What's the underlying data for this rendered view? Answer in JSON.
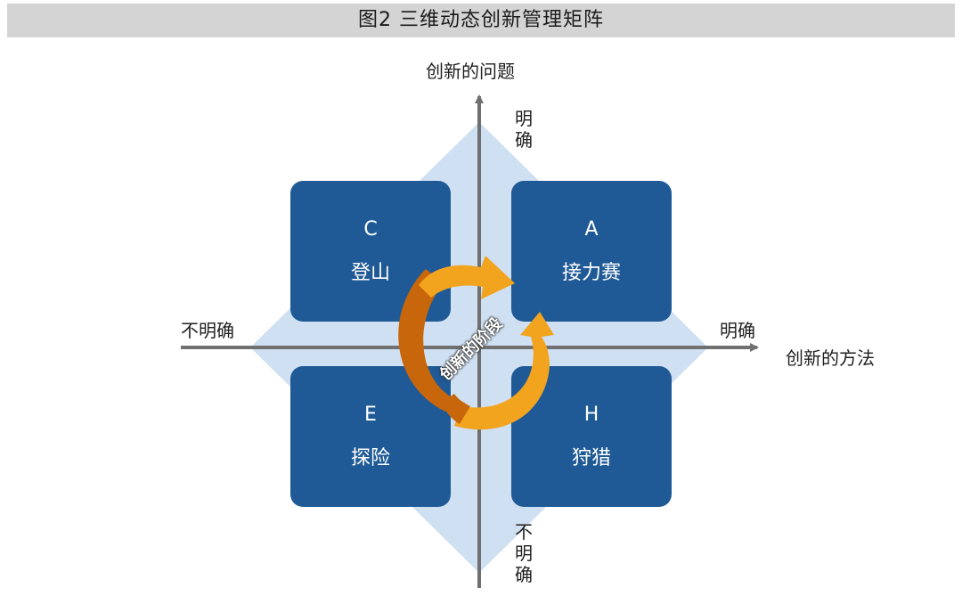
{
  "title": "图2  三维动态创新管理矩阵",
  "axes": {
    "y_label": "创新的问题",
    "x_label": "创新的方法",
    "top_end": "明确",
    "bottom_end": "不明确",
    "left_end": "不明确",
    "right_end": "明确"
  },
  "quadrants": {
    "c": {
      "letter": "C",
      "name": "登山"
    },
    "a": {
      "letter": "A",
      "name": "接力赛"
    },
    "e": {
      "letter": "E",
      "name": "探险"
    },
    "h": {
      "letter": "H",
      "name": "狩猎"
    }
  },
  "cycle_label": "创新的阶段",
  "colors": {
    "quadrant_fill": "#1f5a96",
    "diamond_fill": "#cfe0f3",
    "axis": "#707070",
    "arrow_orange_dark": "#c8660b",
    "arrow_orange_light": "#f2a41f",
    "title_bar": "#d4d4d4"
  }
}
